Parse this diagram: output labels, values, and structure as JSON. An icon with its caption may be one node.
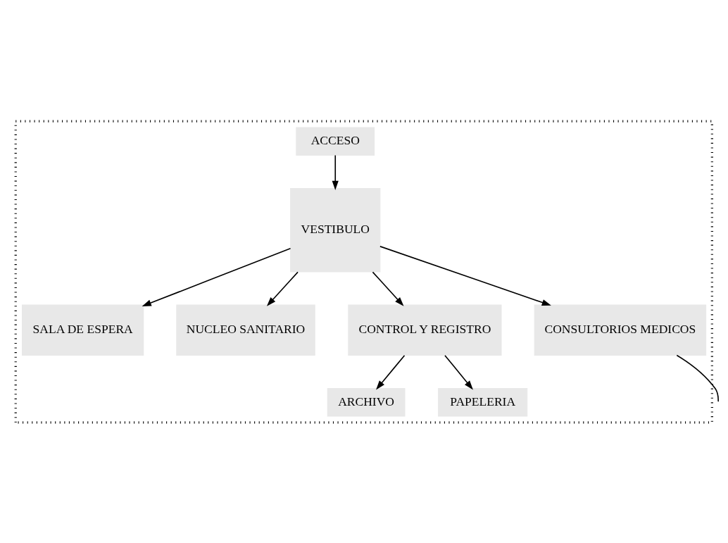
{
  "diagram": {
    "nodes": [
      {
        "text": [],
        "shape": "box"
      },
      {
        "text": [
          "ACCESO"
        ],
        "in": 0
      },
      {
        "text": [
          "SALA DE ESPERA"
        ],
        "in": 0
      },
      {
        "text": [
          "VESTIBULO"
        ],
        "in": 0
      },
      {
        "text": [
          "NUCLEO SANITARIO"
        ],
        "in": 0
      },
      {
        "text": [
          "CONSULTORIOS MEDICOS"
        ],
        "in": 0
      },
      {
        "text": [
          "CONTROL Y REGISTRO"
        ],
        "in": 0
      },
      {
        "text": [
          "ARCHIVO"
        ],
        "in": 0
      },
      {
        "text": [
          "PAPELERIA"
        ],
        "in": 0
      }
    ],
    "edges": [
      {
        "from": 1,
        "to": 3,
        "arrow": "to"
      },
      {
        "from": 3,
        "to": 2,
        "arrow": "to"
      },
      {
        "from": 3,
        "to": 4,
        "arrow": "to"
      },
      {
        "from": 3,
        "to": 5,
        "arrow": "to"
      },
      {
        "from": 3,
        "to": 6,
        "arrow": "to"
      },
      {
        "from": 6,
        "to": 7,
        "arrow": "to"
      },
      {
        "from": 6,
        "to": 8,
        "arrow": "to"
      },
      {
        "from": 5,
        "to": null,
        "arrow": "none"
      }
    ]
  }
}
